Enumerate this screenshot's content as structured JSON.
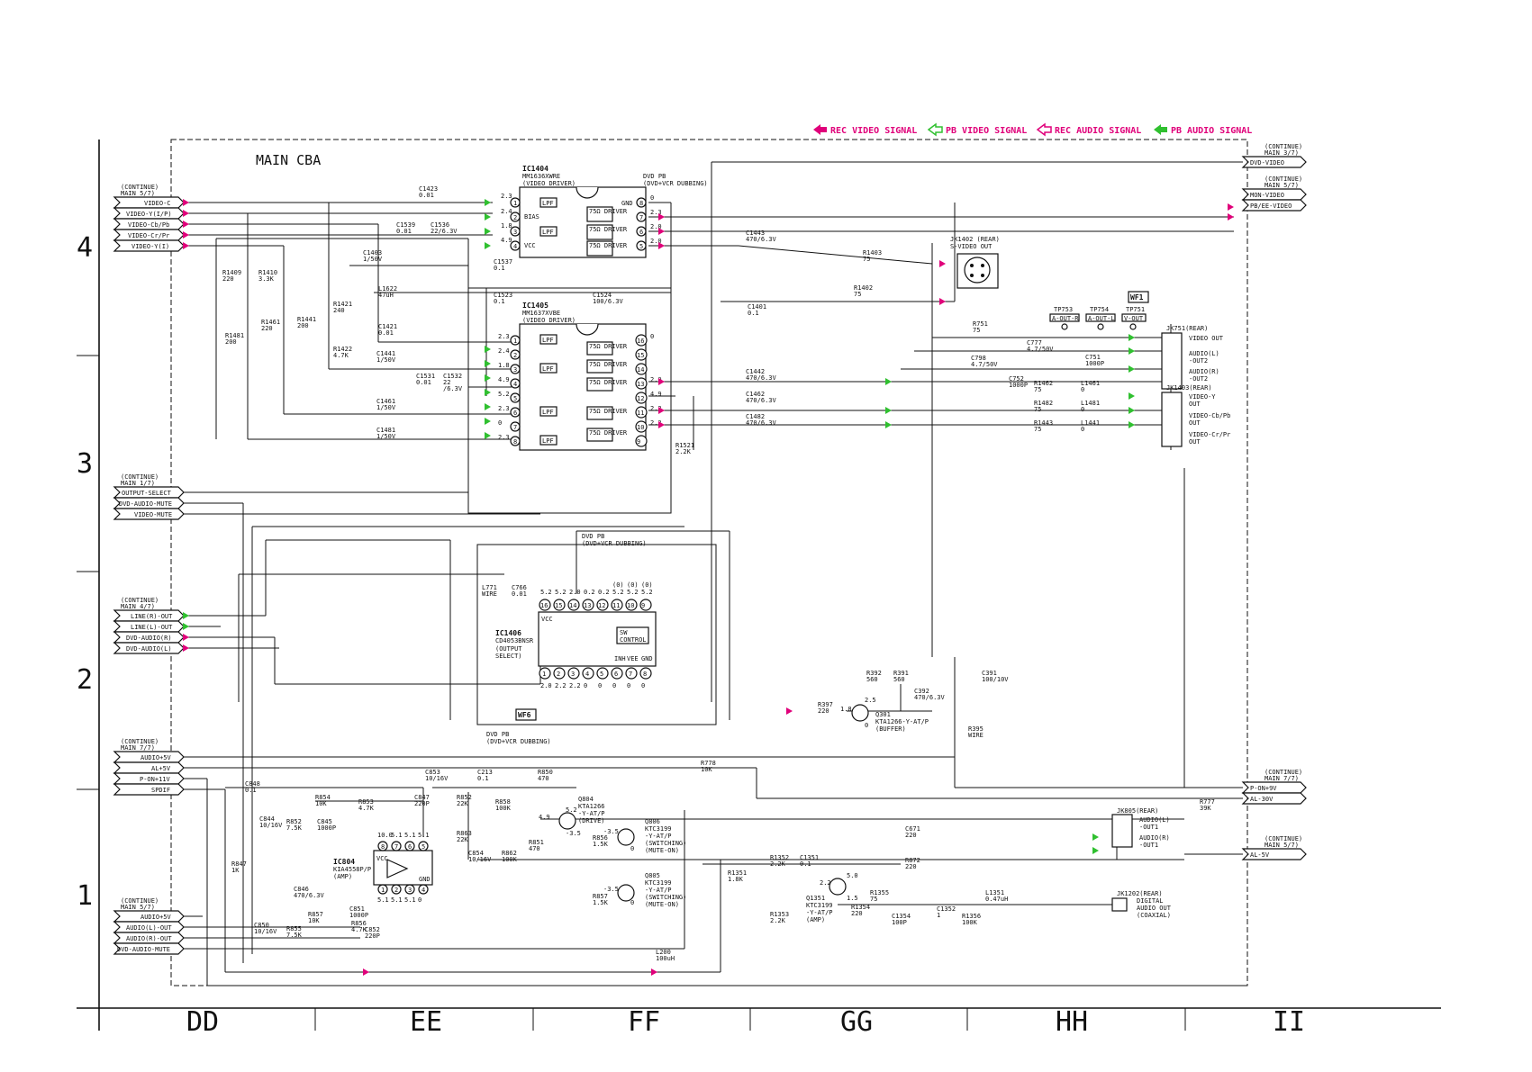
{
  "title": "MAIN CBA",
  "legend": [
    {
      "label": "REC VIDEO SIGNAL",
      "color": "#e0007a",
      "style": "solid"
    },
    {
      "label": "PB VIDEO SIGNAL",
      "color": "#30c030",
      "style": "hollow"
    },
    {
      "label": "REC AUDIO SIGNAL",
      "color": "#e0007a",
      "style": "hollow"
    },
    {
      "label": "PB AUDIO SIGNAL",
      "color": "#30c030",
      "style": "solid"
    }
  ],
  "grid_rows": [
    "4",
    "3",
    "2",
    "1"
  ],
  "grid_cols": [
    "DD",
    "EE",
    "FF",
    "GG",
    "HH",
    "II"
  ],
  "left_connectors": {
    "main57_top": {
      "header": [
        "(CONTINUE)",
        "MAIN 5/7)"
      ],
      "signals": [
        "VIDEO-C",
        "VIDEO-Y(I/P)",
        "VIDEO-Cb/Pb",
        "VIDEO-Cr/Pr",
        "VIDEO-Y(I)"
      ]
    },
    "main17": {
      "header": [
        "(CONTINUE)",
        "MAIN 1/7)"
      ],
      "signals": [
        "OUTPUT-SELECT",
        "DVD-AUDIO-MUTE",
        "VIDEO-MUTE"
      ]
    },
    "main47": {
      "header": [
        "(CONTINUE)",
        "MAIN 4/7)"
      ],
      "signals": [
        "LINE(R)-OUT",
        "LINE(L)-OUT",
        "DVD-AUDIO(R)",
        "DVD-AUDIO(L)"
      ]
    },
    "main77": {
      "header": [
        "(CONTINUE)",
        "MAIN 7/7)"
      ],
      "signals": [
        "AUDIO+5V",
        "AL+5V",
        "P-ON+11V",
        "SPDIF"
      ]
    },
    "main57_bottom": {
      "header": [
        "(CONTINUE)",
        "MAIN 5/7)"
      ],
      "signals": [
        "AUDIO+5V",
        "AUDIO(L)-OUT",
        "AUDIO(R)-OUT",
        "DVD-AUDIO-MUTE"
      ]
    }
  },
  "right_connectors": {
    "main37": {
      "header": [
        "(CONTINUE)",
        "MAIN 3/7)"
      ],
      "signals": [
        "DVD-VIDEO"
      ]
    },
    "main57": {
      "header": [
        "(CONTINUE)",
        "MAIN 5/7)"
      ],
      "signals": [
        "MON-VIDEO",
        "PB/EE-VIDEO"
      ]
    },
    "main77": {
      "header": [
        "(CONTINUE)",
        "MAIN 7/7)"
      ],
      "signals": [
        "P-ON+9V",
        "AL-30V"
      ]
    },
    "main57b": {
      "header": [
        "(CONTINUE)",
        "MAIN 5/7)"
      ],
      "signals": [
        "AL-5V"
      ]
    }
  },
  "ics": {
    "ic1404": {
      "ref": "IC1404",
      "part": "MM1636XWRE",
      "desc": "(VIDEO DRIVER)",
      "left_pins": [
        "1",
        "2",
        "3",
        "4"
      ],
      "right_pins": [
        "8",
        "7",
        "6",
        "5"
      ],
      "left_labels": [
        "",
        "BIAS",
        "",
        "VCC"
      ],
      "drivers": [
        "75Ω DRIVER",
        "75Ω DRIVER",
        "75Ω DRIVER"
      ],
      "gnd": "GND",
      "voltages_in": [
        "2.3",
        "2.4",
        "1.8",
        "4.9"
      ],
      "voltages_out": [
        "0",
        "2.3",
        "2.0",
        "2.0"
      ]
    },
    "ic1405": {
      "ref": "IC1405",
      "part": "MM1637XVBE",
      "desc": "(VIDEO DRIVER)",
      "left_pins": [
        "1",
        "2",
        "3",
        "4",
        "5",
        "6",
        "7",
        "8"
      ],
      "right_pins": [
        "16",
        "15",
        "14",
        "13",
        "12",
        "11",
        "10",
        "9"
      ],
      "drivers": [
        "75Ω DRIVER",
        "75Ω DRIVER",
        "75Ω DRIVER",
        "75Ω DRIVER",
        "75Ω DRIVER"
      ],
      "voltages_in": [
        "2.3",
        "2.4",
        "1.8",
        "4.9",
        "5.2",
        "2.3",
        "0",
        "2.3"
      ],
      "voltages_out": [
        "0",
        "",
        "",
        "2.0",
        "4.9",
        "2.3",
        "2.3",
        ""
      ]
    },
    "ic1406": {
      "ref": "IC1406",
      "part": "CD4053BNSR",
      "desc": [
        "(OUTPUT",
        "SELECT)"
      ],
      "top_pins": [
        "16",
        "15",
        "14",
        "13",
        "12",
        "11",
        "10",
        "9"
      ],
      "bottom_pins": [
        "1",
        "2",
        "3",
        "4",
        "5",
        "6",
        "7",
        "8"
      ],
      "top_volts": [
        "5.2",
        "5.2",
        "2.0",
        "0.2",
        "0.2",
        "5.2",
        "5.2",
        "5.2"
      ],
      "top_sub": [
        "",
        "",
        "",
        "",
        "",
        "(0)",
        "(0)",
        "(0)"
      ],
      "bottom_volts": [
        "2.0",
        "2.2",
        "2.2",
        "0",
        "0",
        "0",
        "0",
        "0"
      ],
      "labels": [
        "VCC",
        "SW",
        "CONTROL",
        "INH",
        "VEE",
        "GND"
      ]
    },
    "ic804": {
      "ref": "IC804",
      "part": "KIA4558P/P",
      "desc": "(AMP)",
      "top_pins": [
        "8",
        "7",
        "6",
        "5"
      ],
      "bottom_pins": [
        "1",
        "2",
        "3",
        "4"
      ],
      "top_volts": [
        "10.0",
        "5.1",
        "5.1",
        "5.1"
      ],
      "bottom_volts": [
        "5.1",
        "5.1",
        "5.1",
        "0"
      ],
      "labels": [
        "VCC",
        "GND"
      ]
    }
  },
  "notes": {
    "dvdpb_top": [
      "DVD PB",
      "(DVD+VCR DUBBING)"
    ],
    "dvdpb_mid": [
      "DVD PB",
      "(DVD+VCR DUBBING)"
    ],
    "dvdpb_low": [
      "DVD PB",
      "(DVD+VCR DUBBING)"
    ],
    "wf1": "WF1",
    "wf6": "WF6"
  },
  "jacks": {
    "jk1402": [
      "JK1402 (REAR)",
      "S-VIDEO OUT"
    ],
    "jk751": {
      "title": "JK751(REAR)",
      "labels": [
        "VIDEO OUT",
        "AUDIO(L)",
        "-OUT2",
        "AUDIO(R)",
        "-OUT2"
      ]
    },
    "jk1403": {
      "title": "JK1403(REAR)",
      "labels": [
        "VIDEO-Y",
        "OUT",
        "VIDEO-Cb/Pb",
        "OUT",
        "VIDEO-Cr/Pr",
        "OUT"
      ]
    },
    "jk805": {
      "title": "JK805(REAR)",
      "labels": [
        "AUDIO(L)",
        "-OUT1",
        "AUDIO(R)",
        "-OUT1"
      ]
    },
    "jk1202": {
      "title": "JK1202(REAR)",
      "labels": [
        "DIGITAL",
        "AUDIO OUT",
        "(COAXIAL)"
      ]
    }
  },
  "testpoints": [
    {
      "ref": "TP753",
      "label": "A-OUT-R"
    },
    {
      "ref": "TP754",
      "label": "A-OUT-L"
    },
    {
      "ref": "TP751",
      "label": "V-OUT"
    }
  ],
  "transistors": [
    {
      "ref": "Q301",
      "part": "KTA1266-Y-AT/P",
      "desc": "(BUFFER)"
    },
    {
      "ref": "Q804",
      "part": "KTA1266",
      "part2": "-Y-AT/P",
      "desc": "(DRIVE)"
    },
    {
      "ref": "Q806",
      "part": "KTC3199",
      "part2": "-Y-AT/P",
      "desc": [
        "(SWITCHING)",
        "(MUTE-ON)"
      ]
    },
    {
      "ref": "Q805",
      "part": "KTC3199",
      "part2": "-Y-AT/P",
      "desc": [
        "(SWITCHING)",
        "(MUTE-ON)"
      ]
    },
    {
      "ref": "Q1351",
      "part": "KTC3199",
      "part2": "-Y-AT/P",
      "desc": "(AMP)"
    }
  ],
  "components": [
    [
      "C1423",
      "0.01"
    ],
    [
      "C1539",
      "0.01"
    ],
    [
      "C1536",
      "22/6.3V"
    ],
    [
      "C1537",
      "0.1"
    ],
    [
      "C1403",
      "1/50V"
    ],
    [
      "R1409",
      "220"
    ],
    [
      "R1410",
      "3.3K"
    ],
    [
      "L1622",
      "47uH"
    ],
    [
      "C1523",
      "0.1"
    ],
    [
      "C1524",
      "100/6.3V"
    ],
    [
      "R1421",
      "240"
    ],
    [
      "R1441",
      "200"
    ],
    [
      "R1461",
      "220"
    ],
    [
      "R1481",
      "200"
    ],
    [
      "R1422",
      "4.7K"
    ],
    [
      "C1421",
      "0.01"
    ],
    [
      "C1441",
      "1/50V"
    ],
    [
      "C1531",
      "0.01"
    ],
    [
      "C1532",
      "22",
      "/6.3V"
    ],
    [
      "C1461",
      "1/50V"
    ],
    [
      "C1481",
      "1/50V"
    ],
    [
      "C1443",
      "470/6.3V"
    ],
    [
      "R1403",
      "75"
    ],
    [
      "R1402",
      "75"
    ],
    [
      "C1401",
      "0.1"
    ],
    [
      "C1442",
      "470/6.3V"
    ],
    [
      "C1462",
      "470/6.3V"
    ],
    [
      "C1482",
      "470/6.3V"
    ],
    [
      "R1521",
      "2.2K"
    ],
    [
      "R751",
      "75"
    ],
    [
      "C777",
      "4.7/50V"
    ],
    [
      "C751",
      "1000P"
    ],
    [
      "C798",
      "4.7/50V"
    ],
    [
      "C752",
      "1000P"
    ],
    [
      "R1462",
      "75"
    ],
    [
      "L1461",
      "0"
    ],
    [
      "R1482",
      "75"
    ],
    [
      "L1481",
      "0"
    ],
    [
      "R1443",
      "75"
    ],
    [
      "L1441",
      "0"
    ],
    [
      "L771",
      "WIRE"
    ],
    [
      "C766",
      "0.01"
    ],
    [
      "R392",
      "560"
    ],
    [
      "R391",
      "560"
    ],
    [
      "C391",
      "100/10V"
    ],
    [
      "C392",
      "470/6.3V"
    ],
    [
      "R397",
      "220"
    ],
    [
      "R395",
      "WIRE"
    ],
    [
      "R778",
      "10K"
    ],
    [
      "R777",
      "39K"
    ],
    [
      "C853",
      "10/16V"
    ],
    [
      "C213",
      "0.1"
    ],
    [
      "R850",
      "470"
    ],
    [
      "C848",
      "0.1"
    ],
    [
      "R854",
      "10K"
    ],
    [
      "R853",
      "4.7K"
    ],
    [
      "C847",
      "220P"
    ],
    [
      "R852",
      "22K"
    ],
    [
      "R858",
      "100K"
    ],
    [
      "C844",
      "10/16V"
    ],
    [
      "R852",
      "7.5K"
    ],
    [
      "C845",
      "1000P"
    ],
    [
      "R863",
      "22K"
    ],
    [
      "R851",
      "470"
    ],
    [
      "C854",
      "10/16V"
    ],
    [
      "R862",
      "100K"
    ],
    [
      "R856",
      "1.5K"
    ],
    [
      "R857",
      "1.5K"
    ],
    [
      "C671",
      "220"
    ],
    [
      "R872",
      "220"
    ],
    [
      "R847",
      "1K"
    ],
    [
      "C846",
      "470/6.3V"
    ],
    [
      "C851",
      "1000P"
    ],
    [
      "R857",
      "10K"
    ],
    [
      "R856",
      "4.7K"
    ],
    [
      "C852",
      "220P"
    ],
    [
      "C850",
      "10/16V"
    ],
    [
      "R855",
      "7.5K"
    ],
    [
      "R1351",
      "1.8K"
    ],
    [
      "R1352",
      "2.2K"
    ],
    [
      "C1351",
      "0.1"
    ],
    [
      "R1353",
      "2.2K"
    ],
    [
      "R1355",
      "75"
    ],
    [
      "R1354",
      "220"
    ],
    [
      "C1354",
      "100P"
    ],
    [
      "C1352",
      "1"
    ],
    [
      "R1356",
      "100K"
    ],
    [
      "L1351",
      "0.47uH"
    ],
    [
      "L200",
      "100uH"
    ]
  ],
  "volts": {
    "q301": [
      "1.8",
      "2.5",
      "0"
    ],
    "q804": [
      "4.9",
      "5.2",
      "-3.5"
    ],
    "q806": [
      "-3.5",
      "0"
    ],
    "q805": [
      "-3.5",
      "0"
    ],
    "q1351": [
      "2.2",
      "5.0",
      "1.5"
    ]
  }
}
